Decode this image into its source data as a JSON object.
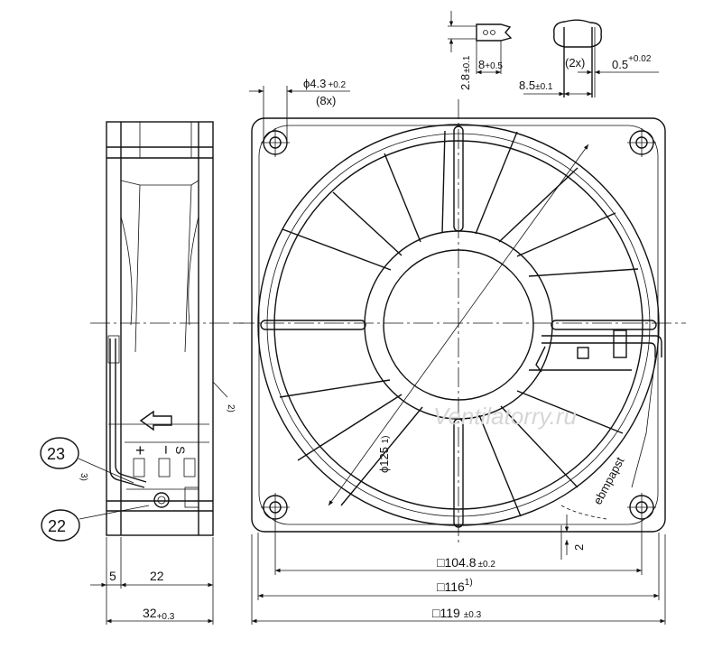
{
  "dimensions": {
    "hole_dia": "ϕ4.3",
    "hole_dia_tol": "+0.2",
    "hole_count": "(8x)",
    "terminal_height": "2.8",
    "terminal_height_tol": "±0.1",
    "terminal_length": "8",
    "terminal_length_tol": "+0.5",
    "terminal_pitch": "8.5",
    "terminal_pitch_tol": "±0.1",
    "terminal_count": "(2x)",
    "terminal_thickness": "0.5",
    "terminal_thickness_tol": "+0.02",
    "blade_dia": "ϕ125",
    "blade_dia_note": "1)",
    "hole_spacing_symbol": "□",
    "hole_spacing": "104.8",
    "hole_spacing_tol": "±0.2",
    "venturi_symbol": "□",
    "venturi_size": "116",
    "venturi_note": "1)",
    "frame_symbol": "□",
    "frame_size": "119",
    "frame_size_tol": "±0.3",
    "depth": "32",
    "depth_tol": "+0.3",
    "side_5": "5",
    "side_22": "22",
    "corner_gap": "2",
    "side_note_2": "2)",
    "side_note_3": "3)"
  },
  "callouts": {
    "item_23": "23",
    "item_22": "22"
  },
  "markings": {
    "plus": "+",
    "minus": "−",
    "s": "S",
    "brand": "ebmpapst"
  },
  "watermark": "Ventilatorry.ru"
}
